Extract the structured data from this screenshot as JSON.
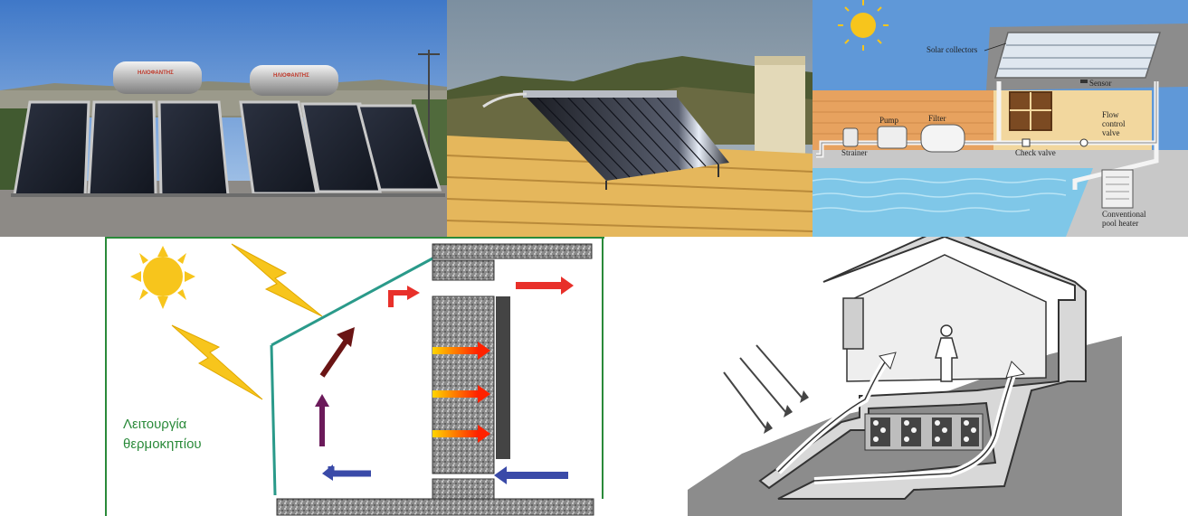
{
  "panels": {
    "flat_plate": {
      "brand_tank_left": "ΗΛΙΟΦΑΝΤΗΣ",
      "brand_tank_right": "ΗΛΙΟΦΑΝΤΗΣ"
    },
    "pool_heating": {
      "labels": {
        "solar_collectors": "Solar collectors",
        "sensor": "Sensor",
        "pump": "Pump",
        "filter": "Filter",
        "strainer": "Strainer",
        "check_valve": "Check valve",
        "flow_control_1": "Flow",
        "flow_control_2": "control",
        "flow_control_3": "valve",
        "conventional_1": "Conventional",
        "conventional_2": "pool heater"
      }
    },
    "greenhouse": {
      "caption_line1": "Λειτουργία",
      "caption_line2": "θερμοκηπίου"
    }
  },
  "colors": {
    "sky": "#5a8ed0",
    "pool_wall": "#e7a25f",
    "pool_water": "#7fc7e8",
    "roof_tile": "#e7b55c",
    "greenhouse_green": "#2a8a3a",
    "arrow_red": "#e8302a",
    "arrow_blue": "#3a4aa8",
    "arrow_purple": "#6b1a5a",
    "sun_yellow": "#f7c51c"
  }
}
